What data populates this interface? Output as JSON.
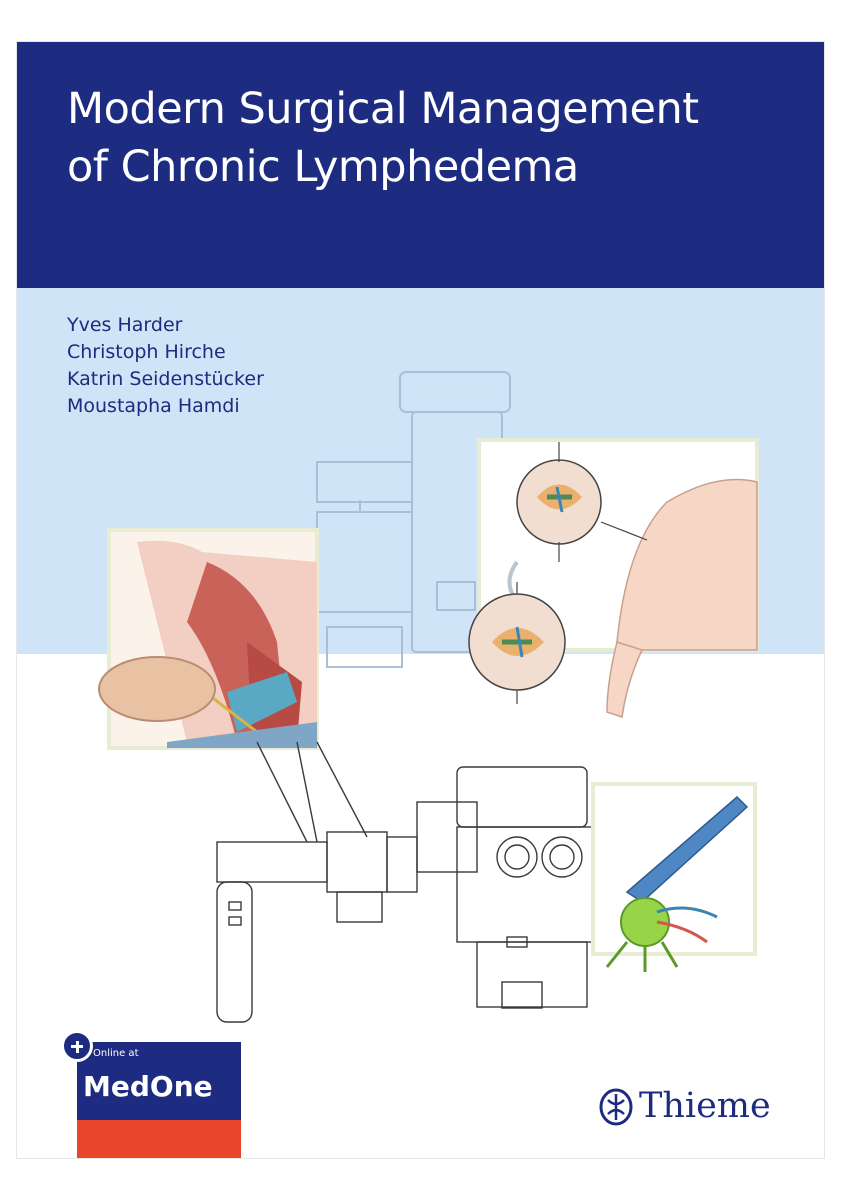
{
  "book": {
    "title_lines": [
      "Modern Surgical Management",
      "of Chronic Lymphedema"
    ],
    "authors": [
      "Yves Harder",
      "Christoph Hirche",
      "Katrin Seidenstücker",
      "Moustapha Hamdi"
    ]
  },
  "badge": {
    "small_text": "Online at",
    "brand": "MedOne"
  },
  "publisher": {
    "name": "Thieme"
  },
  "colors": {
    "navy": "#1d2b80",
    "light_blue": "#cfe4f6",
    "badge_red": "#e8452a"
  },
  "icons": [
    "plus-circle-icon",
    "thieme-logo-icon"
  ]
}
